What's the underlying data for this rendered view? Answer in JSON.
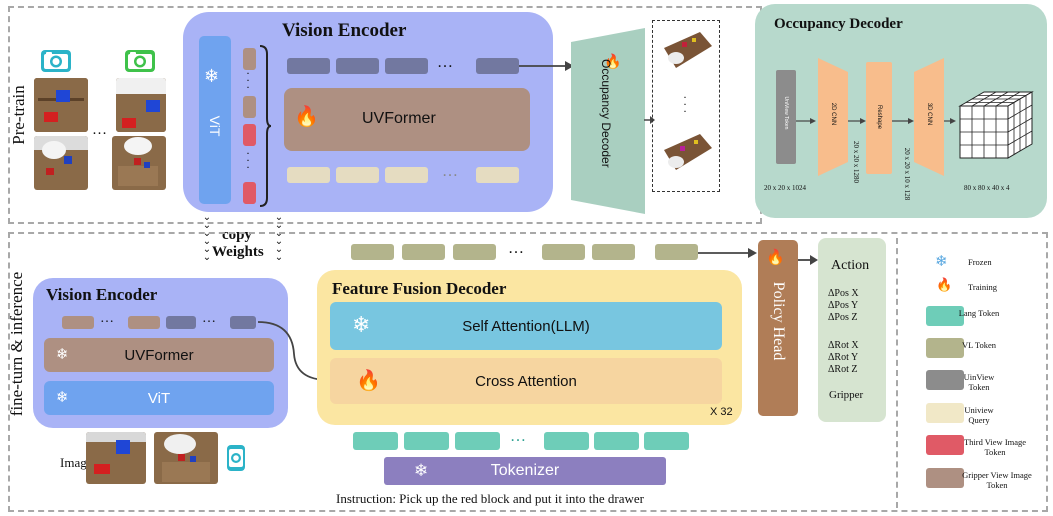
{
  "pretrain": {
    "label": "Pre-train",
    "vision_encoder": {
      "title": "Vision Encoder",
      "vit": "ViT",
      "uvformer": "UVFormer"
    },
    "occ_decoder_small": "Occupancy Decoder",
    "ellipsis": "…"
  },
  "occupancy_decoder": {
    "title": "Occupancy Decoder",
    "blocks": {
      "univiewtoken": "UniView Token",
      "cnn2d": "2D CNN",
      "reshape": "Reshape",
      "cnn3d": "3D CNN"
    },
    "dims": {
      "d1": "20 x 20 x 1024",
      "d2": "20 x 20 x 1280",
      "d3": "20 x 20 x 10 x 128",
      "d4": "80 x 80 x 40 x 4"
    }
  },
  "copy": {
    "line1": "copy",
    "line2": "Weights"
  },
  "finetune": {
    "label": "fine-turn & inference",
    "vision_encoder": {
      "title": "Vision Encoder",
      "uvformer": "UVFormer",
      "vit": "ViT"
    },
    "image_label": "Image:"
  },
  "fusion": {
    "title": "Feature Fusion Decoder",
    "self_attention": "Self Attention(LLM)",
    "cross_attention": "Cross Attention",
    "repeat": "X 32",
    "tokenizer": "Tokenizer",
    "instruction": "Instruction: Pick up the red block and put it into the drawer"
  },
  "policy_head": "Policy Head",
  "action": {
    "title": "Action",
    "pos": [
      "ΔPos X",
      "ΔPos Y",
      "ΔPos Z"
    ],
    "rot": [
      "ΔRot X",
      "ΔRot Y",
      "ΔRot Z"
    ],
    "gripper": "Gripper"
  },
  "legend": {
    "frozen": "Frozen",
    "training": "Training",
    "lang": "Lang Token",
    "vl": "VL Token",
    "uniview": "UinView Token",
    "query": "Uniview Query",
    "third": "Third View Image Token",
    "gripper": "Gripper View Image Token"
  },
  "colors": {
    "lang_token": "#6ecdb8",
    "vl_token": "#b3b48c",
    "uniview_token": "#8c8c8c",
    "uniview_query": "#f1e8c7",
    "third_view_token": "#e05a66",
    "gripper_view_token": "#ae9082",
    "encoder_bg": "#a9b3f6",
    "vit_bar": "#6fa3ef",
    "fusion_bg": "#fbe6a2",
    "self_attn": "#78c6e0",
    "cross_attn": "#f6d5a0",
    "policy_head": "#b07d57",
    "occ_panel": "#b7d9cc",
    "occ_trapezoid": "#a9cfc0",
    "cnn_orange": "#f8bd8c",
    "tokenizer": "#8c7fbf"
  }
}
